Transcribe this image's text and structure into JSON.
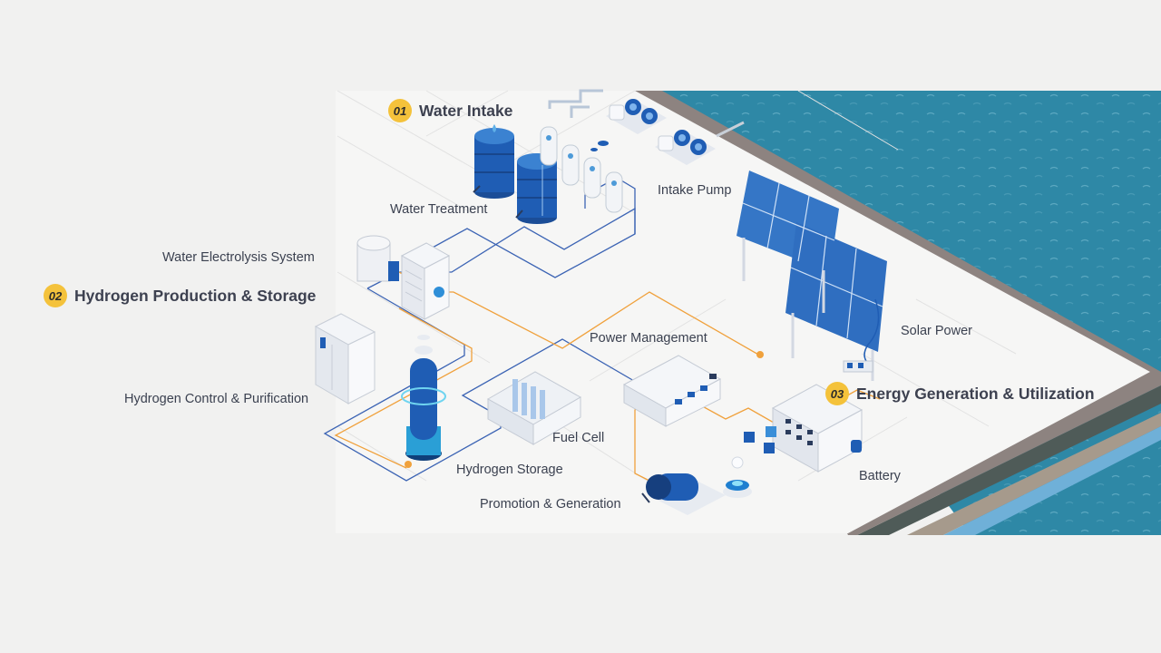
{
  "sections": [
    {
      "number": "01",
      "title": "Water Intake"
    },
    {
      "number": "02",
      "title": "Hydrogen Production & Storage"
    },
    {
      "number": "03",
      "title": "Energy Generation & Utilization"
    }
  ],
  "labels": {
    "intake_pump": "Intake Pump",
    "water_treatment": "Water Treatment",
    "water_electrolysis": "Water Electrolysis System",
    "hydrogen_control": "Hydrogen Control & Purification",
    "power_management": "Power Management",
    "solar_power": "Solar Power",
    "fuel_cell": "Fuel Cell",
    "hydrogen_storage": "Hydrogen Storage",
    "promotion_generation": "Promotion & Generation",
    "battery": "Battery"
  },
  "colors": {
    "background": "#f1f1f0",
    "sea": "#2e88a6",
    "platform": "#f6f6f5",
    "edge": "#8d8380",
    "badge": "#f4c23b",
    "water_line": "#2f5bb0",
    "power_line": "#f0a13c",
    "equipment_blue": "#1f5db4"
  },
  "icons": [
    "water-tank-icon",
    "filter-tank-icon",
    "pump-icon",
    "solar-panel-icon",
    "electrolyzer-icon",
    "hydrogen-tank-icon",
    "control-cabinet-icon",
    "fuel-cell-icon",
    "power-unit-icon",
    "generator-icon",
    "battery-icon",
    "bulb-icon"
  ]
}
